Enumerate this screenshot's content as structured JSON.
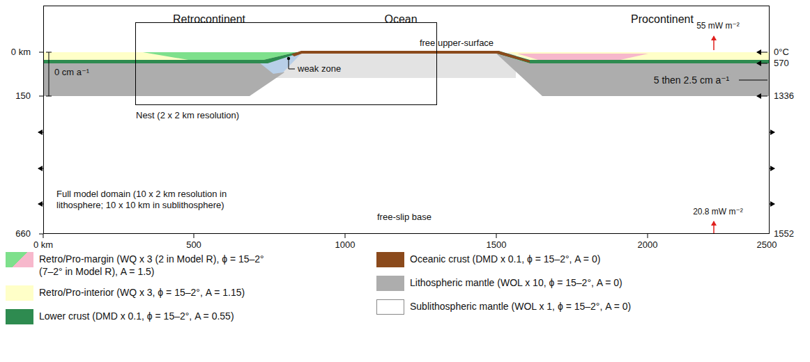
{
  "diagram": {
    "nodes": [
      {
        "text": [
          "Full model domain (10 x 2 km resolution in lithosphere; 10 x 10 km in sublithosphere)"
        ]
      },
      {
        "text": [
          "Nest (2 x 2 km resolution)"
        ],
        "in": 0
      }
    ],
    "labels": [
      "Retrocontinent",
      "Ocean",
      "Procontinent",
      "55 mW m⁻²",
      "free upper-surface",
      "0 km",
      "0°C",
      "weak zone",
      "570",
      "0 cm a⁻¹",
      "5 then 2.5 cm a⁻¹",
      "150",
      "1336",
      "free-slip base",
      "20.8 mW m⁻²",
      "660",
      "1552",
      "0 km",
      "500",
      "1000",
      "1500",
      "2000",
      "2500"
    ],
    "legend": [
      {
        "text": "Retro/Pro-margin (WQ x 3 (2 in Model R), ϕ = 15–2° (7–2° in Model R), A = 1.5)",
        "color": "#7ee08c"
      },
      {
        "text": "Retro/Pro-interior (WQ x 3, ϕ = 15–2°, A = 1.15)",
        "color": "#ffffc8"
      },
      {
        "text": "Lower crust (DMD x 0.1, ϕ = 15–2°, A = 0.55)",
        "color": "#2e8b50"
      },
      {
        "text": "Oceanic crust (DMD x 0.1, ϕ = 15–2°, A = 0)",
        "color": "#8b4a1c"
      },
      {
        "text": "Lithospheric mantle (WOL x 10, ϕ = 15–2°, A = 0)",
        "color": "#adadad"
      },
      {
        "text": "Sublithospheric mantle (WOL x 1, ϕ = 15–2°, A = 0)",
        "color": "#ffffff"
      }
    ]
  }
}
